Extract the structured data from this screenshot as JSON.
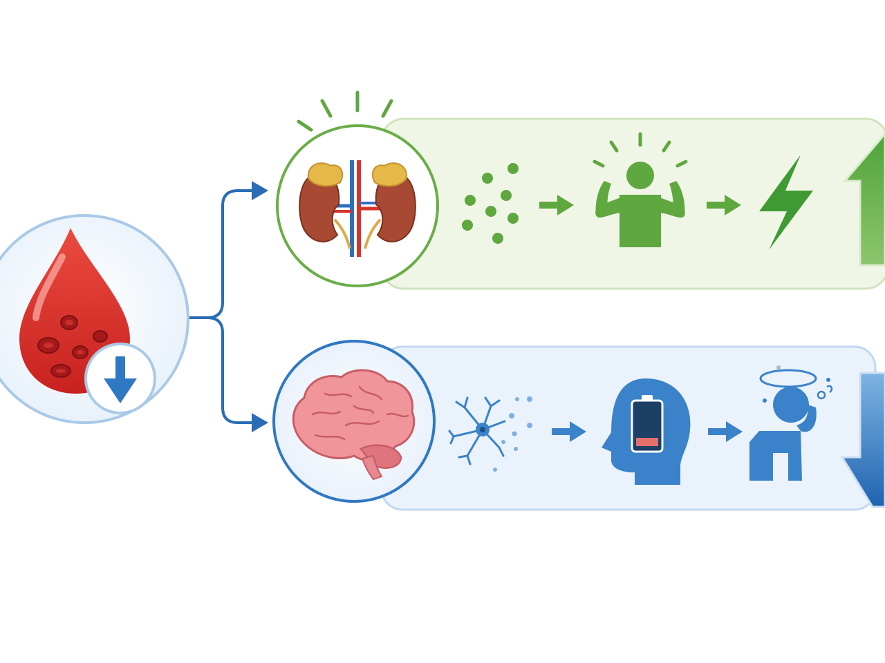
{
  "diagram": {
    "source": {
      "label": "",
      "icon": "blood-drop-icon",
      "badge_icon": "down-arrow-icon"
    },
    "branches": [
      {
        "id": "upper",
        "organ_icon": "kidneys-adrenal-icon",
        "steps": [
          "green-particles-icon",
          "flexing-person-icon",
          "lightning-bolt-icon"
        ],
        "trend_icon": "large-up-arrow-icon",
        "trend": "increase"
      },
      {
        "id": "lower",
        "organ_icon": "brain-icon",
        "steps": [
          "neuron-icon",
          "head-low-battery-icon",
          "dizzy-person-icon"
        ],
        "trend_icon": "large-down-arrow-icon",
        "trend": "decrease"
      }
    ]
  },
  "colors": {
    "connector_blue": "#2a6db6",
    "source_ring": "#a9c9e8",
    "source_fill": "#eef5fc",
    "blood_red": "#d8302b",
    "green_ring": "#6aad48",
    "green_panel_fill": "#eff6e6",
    "green_panel_stroke": "#cfe3bd",
    "green_icon": "#5fa73f",
    "blue_ring": "#2f78c4",
    "blue_panel_fill": "#eaf2fb",
    "blue_panel_stroke": "#c2d8ef",
    "blue_icon": "#3a82c9",
    "brain_pink": "#f0959a"
  }
}
